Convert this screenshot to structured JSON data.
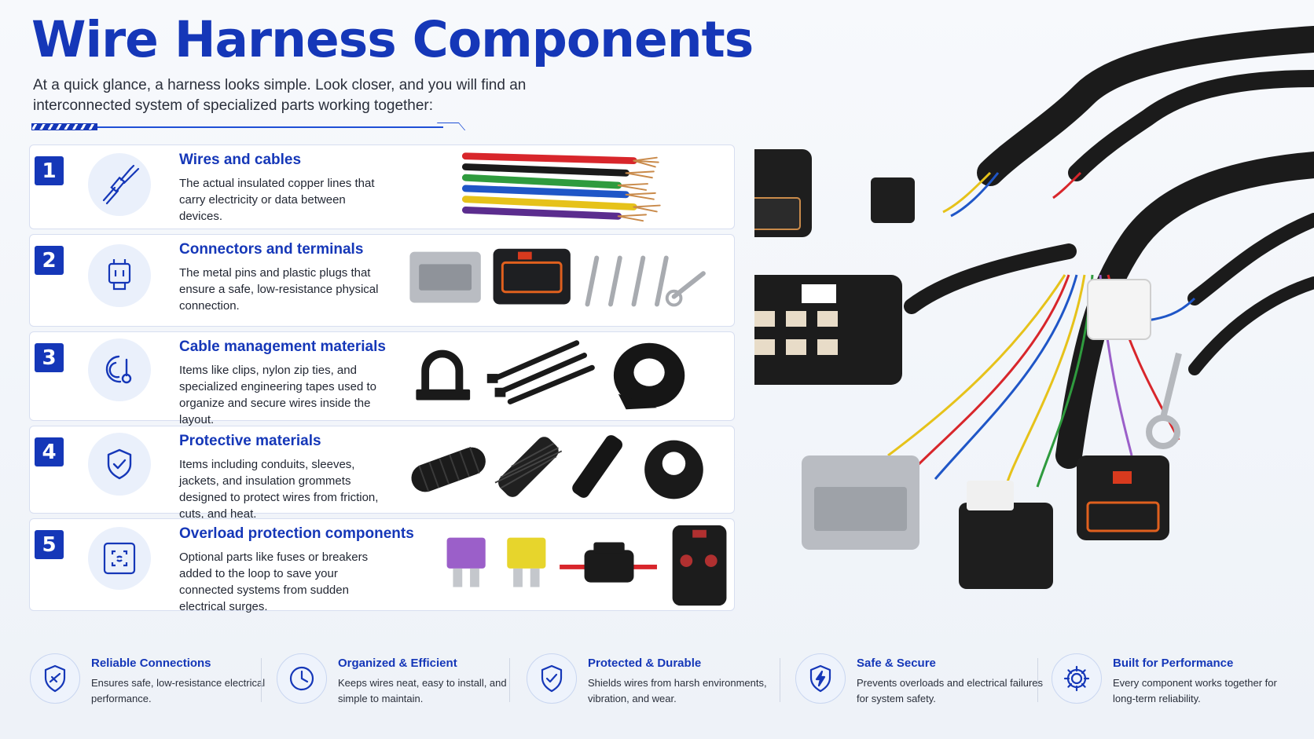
{
  "page": {
    "title": "Wire Harness Components",
    "subtitle": "At a quick glance, a harness looks simple. Look closer, and you will find an interconnected system of specialized parts working together:"
  },
  "items": [
    {
      "number": "1",
      "title": "Wires and cables",
      "description": "The actual insulated copper lines that carry electricity or data between devices.",
      "icon": "wires-icon"
    },
    {
      "number": "2",
      "title": "Connectors and terminals",
      "description": "The metal pins and plastic plugs that ensure a safe, low-resistance physical connection.",
      "icon": "connector-icon"
    },
    {
      "number": "3",
      "title": "Cable management materials",
      "description": "Items like clips, nylon zip ties, and specialized engineering tapes used to organize and secure wires inside the layout.",
      "icon": "clip-icon"
    },
    {
      "number": "4",
      "title": "Protective materials",
      "description": "Items including conduits, sleeves, jackets, and insulation grommets designed to protect wires from friction, cuts, and heat.",
      "icon": "shield-check-icon"
    },
    {
      "number": "5",
      "title": "Overload protection components",
      "description": "Optional parts like fuses or breakers added to the loop to save your connected systems from sudden electrical surges.",
      "icon": "fuse-box-icon"
    }
  ],
  "features": [
    {
      "title": "Reliable Connections",
      "description": "Ensures safe, low-resistance electrical performance.",
      "icon": "connection-shield-icon"
    },
    {
      "title": "Organized & Efficient",
      "description": "Keeps wires neat, easy to install, and simple to maintain.",
      "icon": "clock-icon"
    },
    {
      "title": "Protected & Durable",
      "description": "Shields wires from harsh environments, vibration, and wear.",
      "icon": "shield-icon"
    },
    {
      "title": "Safe & Secure",
      "description": "Prevents overloads and electrical failures for system safety.",
      "icon": "lightning-shield-icon"
    },
    {
      "title": "Built for Performance",
      "description": "Every component works together for long-term reliability.",
      "icon": "gear-icon"
    }
  ],
  "colors": {
    "accent": "#1537b8",
    "wire_red": "#d8262b",
    "wire_blue": "#1f56c7",
    "wire_yellow": "#e6c21a",
    "wire_green": "#2f9b3e",
    "fuse_purple": "#9b5fc9",
    "fuse_yellow": "#e7d52c"
  }
}
